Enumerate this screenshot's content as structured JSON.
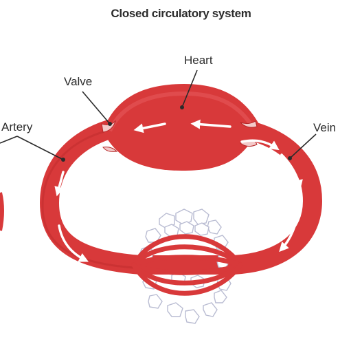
{
  "diagram": {
    "title": "Closed circulatory system",
    "labels": {
      "heart": "Heart",
      "valve": "Valve",
      "artery": "Artery",
      "vein": "Vein"
    },
    "colors": {
      "vessel": "#d8393a",
      "vessel_dark": "#b52627",
      "vessel_light": "#e6595a",
      "arrow": "#ffffff",
      "tissue_fill": "#ffffff",
      "tissue_stroke": "#b9bcd2",
      "label_text": "#2b2b2b",
      "pointer_line": "#2b2b2b"
    }
  }
}
